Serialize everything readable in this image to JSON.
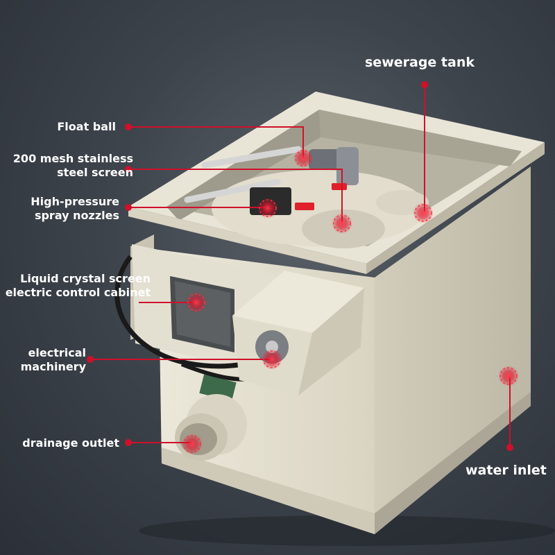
{
  "callouts": [
    {
      "id": "sewerage-tank",
      "text": "sewerage tank"
    },
    {
      "id": "float-ball",
      "text": "Float ball"
    },
    {
      "id": "mesh-screen",
      "line1": "200 mesh stainless",
      "line2": "steel screen"
    },
    {
      "id": "spray-nozzles",
      "line1": "High-pressure",
      "line2": "spray nozzles"
    },
    {
      "id": "control-cabinet",
      "line1": "Liquid crystal screen",
      "line2": "electric control cabinet"
    },
    {
      "id": "electrical-machinery",
      "line1": "electrical",
      "line2": "machinery"
    },
    {
      "id": "drainage-outlet",
      "text": "drainage outlet"
    },
    {
      "id": "water-inlet",
      "text": "water inlet"
    }
  ],
  "colors": {
    "callout": "#d0102a",
    "label_text": "#ffffff",
    "housing": "#e6e2d3",
    "background": "#3e444c"
  }
}
